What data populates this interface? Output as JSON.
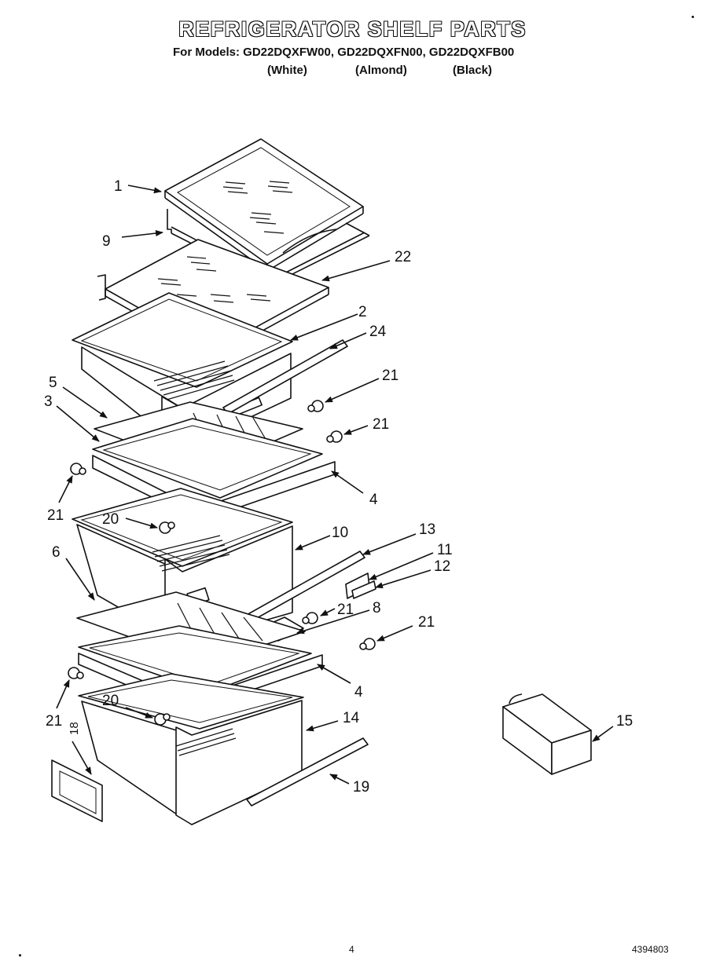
{
  "header": {
    "title": "REFRIGERATOR SHELF PARTS",
    "models_line": "For Models: GD22DQXFW00, GD22DQXFN00, GD22DQXFB00",
    "variants": [
      "(White)",
      "(Almond)",
      "(Black)"
    ]
  },
  "footer": {
    "page_number": "4",
    "doc_number": "4394803"
  },
  "callouts": [
    "1",
    "9",
    "22",
    "2",
    "24",
    "21",
    "5",
    "3",
    "21",
    "4",
    "21",
    "20",
    "10",
    "13",
    "11",
    "6",
    "12",
    "8",
    "21",
    "21",
    "4",
    "21",
    "20",
    "14",
    "15",
    "18",
    "19"
  ]
}
